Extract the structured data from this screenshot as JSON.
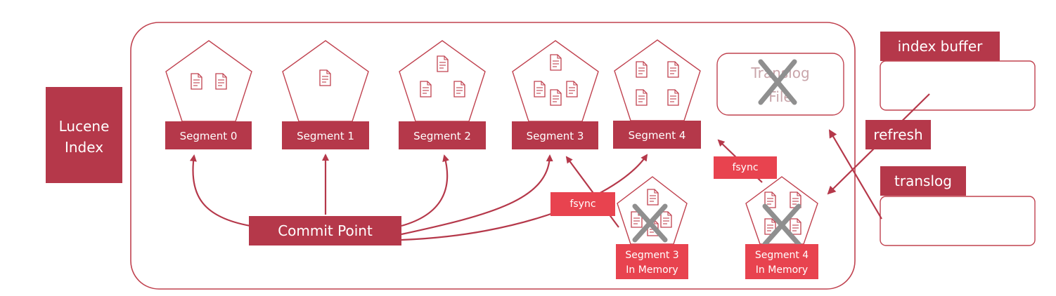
{
  "colors": {
    "dark_red": "#b5384a",
    "bright_red": "#e8434f",
    "outline": "#c0424f",
    "cross": "#8f8f8f"
  },
  "labels": {
    "lucene_line1": "Lucene",
    "lucene_line2": "Index",
    "segment0": "Segment 0",
    "segment1": "Segment 1",
    "segment2": "Segment 2",
    "segment3": "Segment 3",
    "segment4": "Segment 4",
    "commit_point": "Commit Point",
    "fsync_left": "fsync",
    "fsync_right": "fsync",
    "seg3_mem_line1": "Segment 3",
    "seg3_mem_line2": "In Memory",
    "seg4_mem_line1": "Segment 4",
    "seg4_mem_line2": "In Memory",
    "translog_file_line1": "Translog",
    "translog_file_line2": "File",
    "index_buffer": "index buffer",
    "refresh": "refresh",
    "translog": "translog"
  },
  "icons": {
    "document": "document-icon",
    "cross": "cross-icon"
  }
}
